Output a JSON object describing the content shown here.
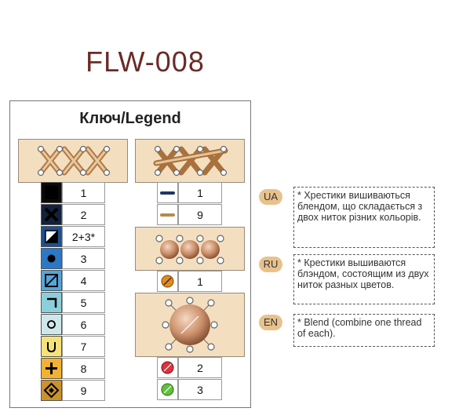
{
  "title": "FLW-008",
  "legend_title": "Ключ/Legend",
  "cross_stitch_rows": [
    {
      "icon": "solid-square-icon",
      "color": "#0a0a0a",
      "label": "1"
    },
    {
      "icon": "x-mark-icon",
      "color": "#14213d",
      "label": "2"
    },
    {
      "icon": "half-square-icon",
      "color": "#1e4f8f",
      "label": "2+3*"
    },
    {
      "icon": "dot-icon",
      "color": "#2c78c6",
      "label": "3"
    },
    {
      "icon": "slash-square-icon",
      "color": "#56a5d8",
      "label": "4"
    },
    {
      "icon": "corner-icon",
      "color": "#8ccfdb",
      "label": "5"
    },
    {
      "icon": "circle-icon",
      "color": "#cfe7ea",
      "label": "6"
    },
    {
      "icon": "cup-icon",
      "color": "#f6e27a",
      "label": "7"
    },
    {
      "icon": "plus-icon",
      "color": "#f0b233",
      "label": "8"
    },
    {
      "icon": "diamond-icon",
      "color": "#c9922b",
      "label": "9"
    }
  ],
  "backstitch_rows": [
    {
      "icon": "navy-line-icon",
      "color": "#1f3564",
      "label": "1"
    },
    {
      "icon": "tan-line-icon",
      "color": "#b48a4c",
      "label": "9"
    }
  ],
  "bead_rows": [
    {
      "icon": "orange-bead-icon",
      "color": "#e38b1f",
      "label": "1"
    },
    {
      "icon": "red-bead-icon",
      "color": "#e0313c",
      "label": "2"
    },
    {
      "icon": "green-bead-icon",
      "color": "#5fc23a",
      "label": "3"
    }
  ],
  "notes": [
    {
      "lang": "UA",
      "text": "* Хрестики вишиваються блендом, що складається з двох ниток різних кольорів."
    },
    {
      "lang": "RU",
      "text": "* Крестики вышиваются блэндом, состоящим из двух ниток разных цветов."
    },
    {
      "lang": "EN",
      "text": "* Blend (combine one thread of each)."
    }
  ]
}
